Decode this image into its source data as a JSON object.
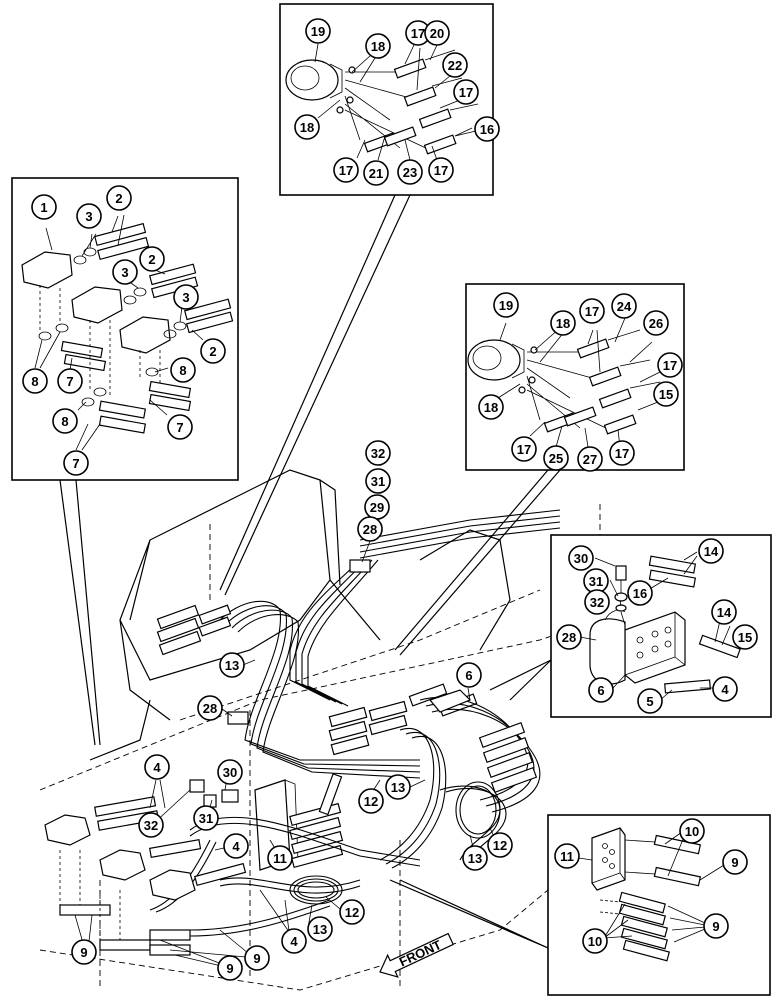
{
  "front_label": "FRONT",
  "callouts": {
    "c19a": "19",
    "c18a": "18",
    "c17a": "17",
    "c20": "20",
    "c22": "22",
    "c17b": "17",
    "c18b": "18",
    "c16a": "16",
    "c17c": "17",
    "c21": "21",
    "c23": "23",
    "c17d": "17",
    "c1": "1",
    "c3a": "3",
    "c2a": "2",
    "c3b": "3",
    "c2b": "2",
    "c3c": "3",
    "c2c": "2",
    "c8a": "8",
    "c7a": "7",
    "c8b": "8",
    "c8c": "8",
    "c7b": "7",
    "c7c": "7",
    "c19b": "19",
    "c18c": "18",
    "c17e": "17",
    "c24": "24",
    "c26": "26",
    "c17f": "17",
    "c18d": "18",
    "c15a": "15",
    "c17g": "17",
    "c25": "25",
    "c27": "27",
    "c17h": "17",
    "c32a": "32",
    "c31a": "31",
    "c29": "29",
    "c28a": "28",
    "c30b": "30",
    "c14a": "14",
    "c31b": "31",
    "c16b": "16",
    "c32b": "32",
    "c14b": "14",
    "c28b": "28",
    "c15b": "15",
    "c6b": "6",
    "c5": "5",
    "c4b": "4",
    "c13a": "13",
    "c28c": "28",
    "c6a": "6",
    "c4a": "4",
    "c30a": "30",
    "c32c": "32",
    "c31c": "31",
    "c12a": "12",
    "c13b": "13",
    "c4c": "4",
    "c11a": "11",
    "c13c": "13",
    "c12b": "12",
    "c12c": "12",
    "c13d": "13",
    "c4d": "4",
    "c9a": "9",
    "c9b": "9",
    "c9c": "9",
    "c10a": "10",
    "c11b": "11",
    "c9d": "9",
    "c9e": "9",
    "c10b": "10"
  }
}
